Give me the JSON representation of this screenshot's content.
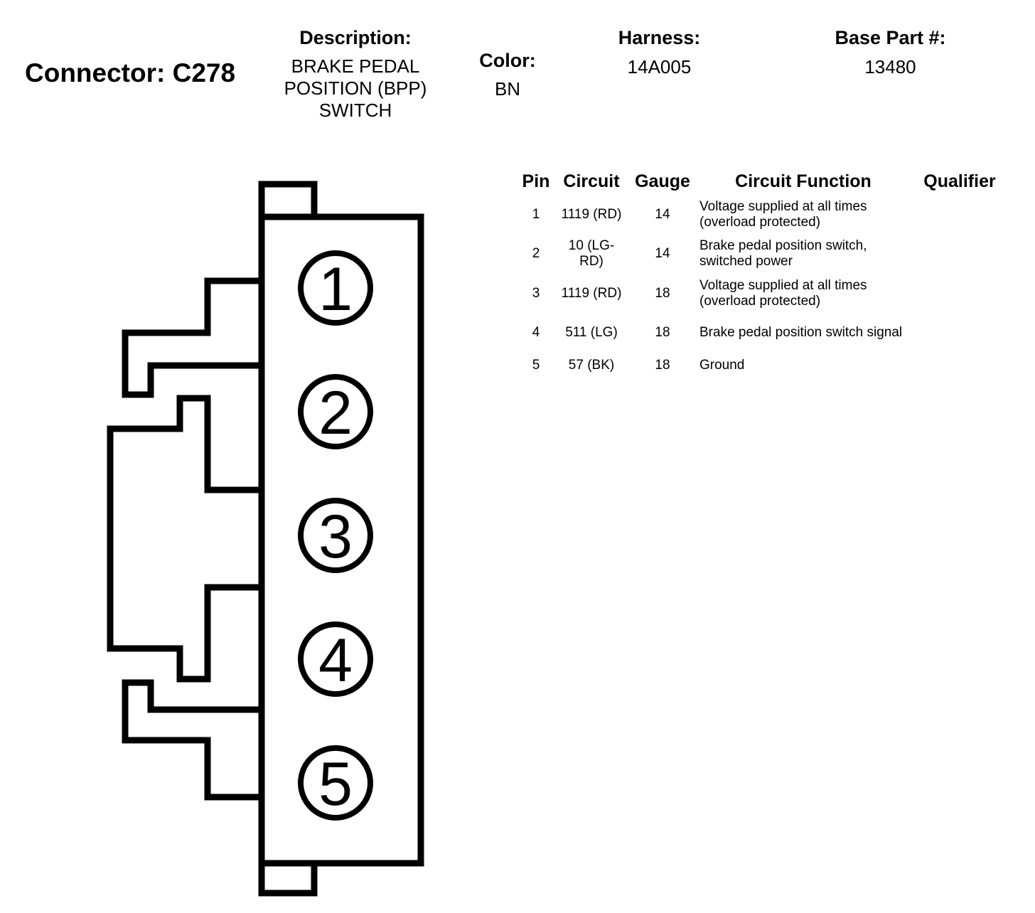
{
  "connector": {
    "title": "Connector: C278"
  },
  "description": {
    "label": "Description:",
    "value": "BRAKE PEDAL\nPOSITION (BPP)\nSWITCH"
  },
  "color": {
    "label": "Color:",
    "value": "BN"
  },
  "harness": {
    "label": "Harness:",
    "value": "14A005"
  },
  "base_part": {
    "label": "Base Part #:",
    "value": "13480"
  },
  "table": {
    "headers": {
      "pin": "Pin",
      "circuit": "Circuit",
      "gauge": "Gauge",
      "function": "Circuit Function",
      "qualifier": "Qualifier"
    },
    "rows": [
      {
        "pin": "1",
        "circuit": "1119 (RD)",
        "gauge": "14",
        "function": "Voltage supplied at all times (overload protected)",
        "qualifier": ""
      },
      {
        "pin": "2",
        "circuit": "10 (LG-RD)",
        "gauge": "14",
        "function": "Brake pedal position switch, switched power",
        "qualifier": ""
      },
      {
        "pin": "3",
        "circuit": "1119 (RD)",
        "gauge": "18",
        "function": "Voltage supplied at all times (overload protected)",
        "qualifier": ""
      },
      {
        "pin": "4",
        "circuit": "511 (LG)",
        "gauge": "18",
        "function": "Brake pedal position switch signal",
        "qualifier": ""
      },
      {
        "pin": "5",
        "circuit": "57 (BK)",
        "gauge": "18",
        "function": "Ground",
        "qualifier": ""
      }
    ]
  },
  "diagram": {
    "pin_labels": [
      "1",
      "2",
      "3",
      "4",
      "5"
    ]
  }
}
